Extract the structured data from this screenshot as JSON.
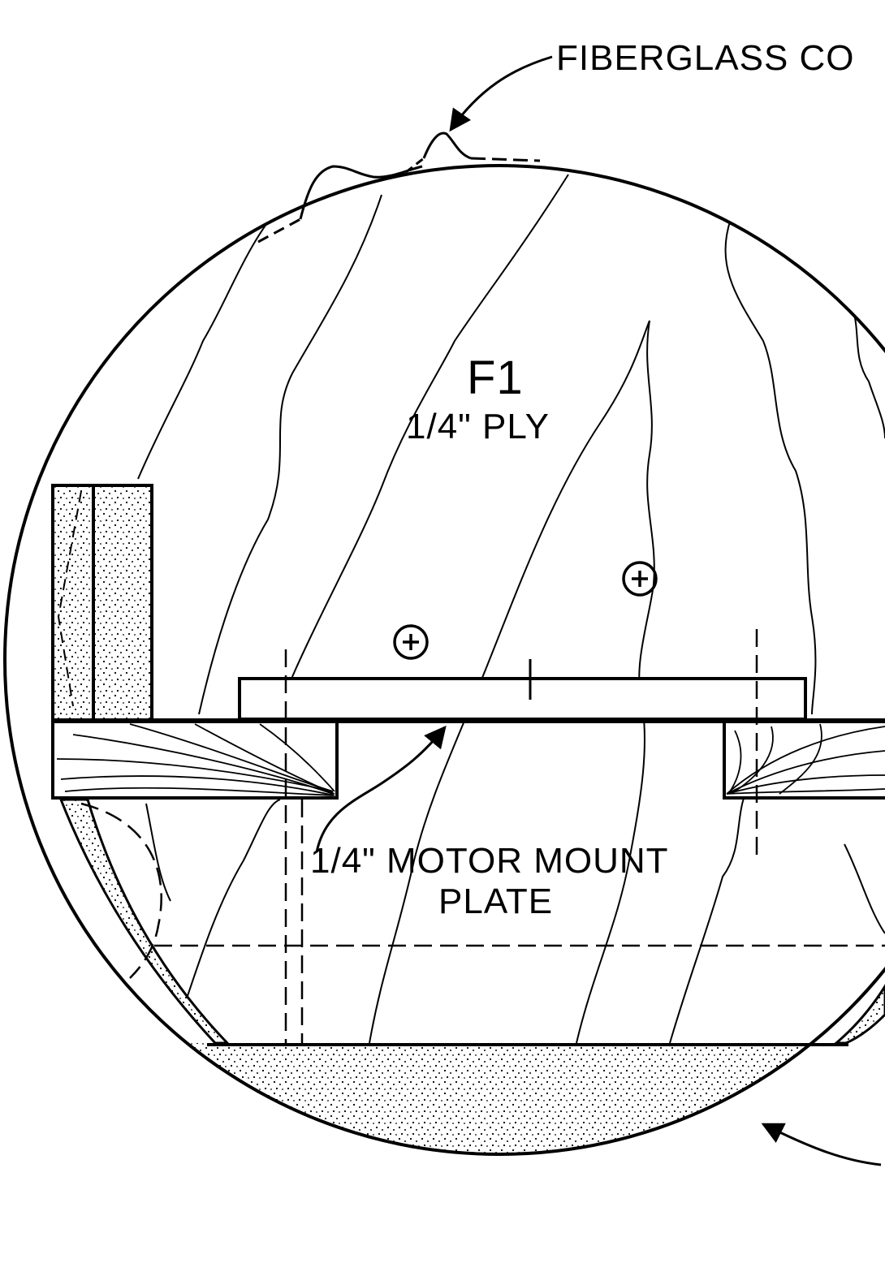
{
  "labels": {
    "part_id": "F1",
    "part_material": "1/4\" PLY",
    "covering": "FIBERGLASS CO",
    "motor_mount_line1": "1/4\" MOTOR MOUNT",
    "motor_mount_line2": "PLATE"
  },
  "colors": {
    "ink": "#000000",
    "paper": "#ffffff"
  }
}
